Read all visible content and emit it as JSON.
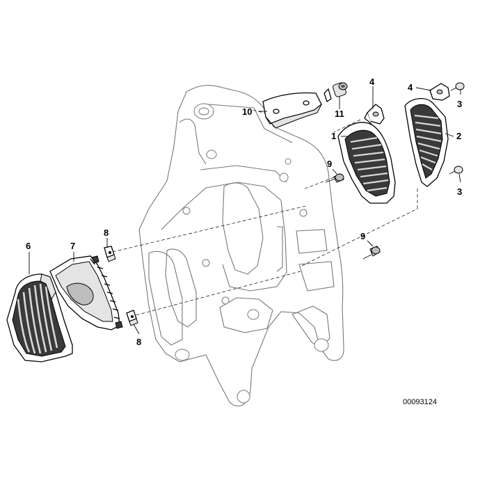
{
  "diagram": {
    "part_number": "00093124",
    "callouts": [
      {
        "id": "c1",
        "label": "1"
      },
      {
        "id": "c2",
        "label": "2"
      },
      {
        "id": "c3a",
        "label": "3"
      },
      {
        "id": "c3b",
        "label": "3"
      },
      {
        "id": "c4a",
        "label": "4"
      },
      {
        "id": "c4b",
        "label": "4"
      },
      {
        "id": "c6",
        "label": "6"
      },
      {
        "id": "c7",
        "label": "7"
      },
      {
        "id": "c8a",
        "label": "8"
      },
      {
        "id": "c8b",
        "label": "8"
      },
      {
        "id": "c9a",
        "label": "9"
      },
      {
        "id": "c9b",
        "label": "9"
      },
      {
        "id": "c10",
        "label": "10"
      },
      {
        "id": "c11",
        "label": "11"
      }
    ]
  }
}
